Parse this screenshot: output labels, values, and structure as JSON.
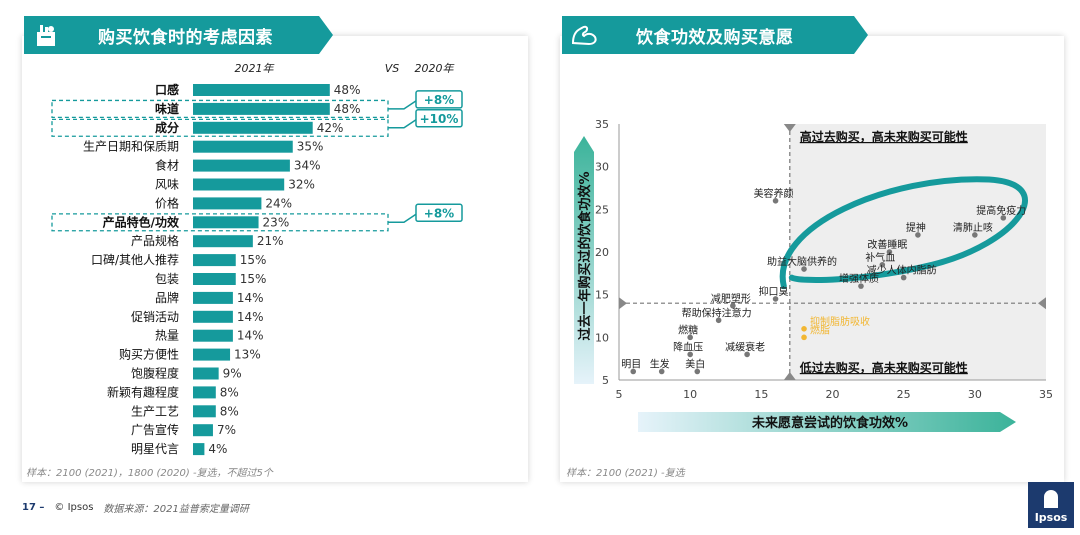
{
  "left_panel": {
    "title": "购买饮食时的考虑因素",
    "year_a": "2021年",
    "vs": "VS",
    "year_b": "2020年",
    "footnote": "样本：2100 (2021)，1800 (2020) -复选，不超过5个"
  },
  "right_panel": {
    "title": "饮食功效及购买意愿",
    "footnote": "样本：2100 (2021) -复选"
  },
  "page": {
    "number": "17 –",
    "company": "© Ipsos",
    "source": "数据来源：2021益普索定量调研",
    "logo_text": "Ipsos"
  },
  "chart_data": [
    {
      "type": "bar",
      "orientation": "horizontal",
      "categories": [
        "口感",
        "味道",
        "成分",
        "生产日期和保质期",
        "食材",
        "风味",
        "价格",
        "产品特色/功效",
        "产品规格",
        "口碑/其他人推荐",
        "包装",
        "品牌",
        "促销活动",
        "热量",
        "购买方便性",
        "饱腹程度",
        "新颖有趣程度",
        "生产工艺",
        "广告宣传",
        "明星代言"
      ],
      "values": [
        48,
        48,
        42,
        35,
        34,
        32,
        24,
        23,
        21,
        15,
        15,
        14,
        14,
        14,
        13,
        9,
        8,
        8,
        7,
        4
      ],
      "value_suffix": "%",
      "bold_categories": [
        "口感",
        "味道",
        "成分",
        "产品特色/功效"
      ],
      "highlights": [
        {
          "categories": [
            "味道"
          ],
          "label": "+8%"
        },
        {
          "categories": [
            "成分"
          ],
          "label": "+10%"
        },
        {
          "categories": [
            "产品特色/功效"
          ],
          "label": "+8%"
        }
      ],
      "color": "#159a9c"
    },
    {
      "type": "scatter",
      "xlabel": "未来愿意尝试的饮食功效%",
      "ylabel": "过去一年购买过的饮食功效%",
      "xlim": [
        5,
        35
      ],
      "ylim": [
        5,
        35
      ],
      "xticks": [
        5,
        10,
        15,
        20,
        25,
        30,
        35
      ],
      "yticks": [
        5,
        10,
        15,
        20,
        25,
        30,
        35
      ],
      "ref_x": 17,
      "ref_y": 14,
      "quadrant_labels": {
        "top_right": "高过去购买，高未来购买可能性",
        "bottom_right": "低过去购买，高未来购买可能性"
      },
      "points": [
        {
          "label": "美容养颜",
          "x": 16,
          "y": 26
        },
        {
          "label": "提高免疫力",
          "x": 32,
          "y": 24
        },
        {
          "label": "提神",
          "x": 26,
          "y": 22
        },
        {
          "label": "清肺止咳",
          "x": 30,
          "y": 22
        },
        {
          "label": "改善睡眠",
          "x": 24,
          "y": 20
        },
        {
          "label": "助益大脑供养的",
          "x": 18,
          "y": 18
        },
        {
          "label": "补气血",
          "x": 23.5,
          "y": 18.5
        },
        {
          "label": "减少人体内脂肪",
          "x": 25,
          "y": 17
        },
        {
          "label": "抑口臭",
          "x": 16,
          "y": 14.5
        },
        {
          "label": "增强体质",
          "x": 22,
          "y": 16
        },
        {
          "label": "减肥塑形",
          "x": 13,
          "y": 13.7
        },
        {
          "label": "帮助保持注意力",
          "x": 12,
          "y": 12
        },
        {
          "label": "抑制脂肪吸收",
          "x": 18,
          "y": 11,
          "highlight": true
        },
        {
          "label": "燃脂",
          "x": 18,
          "y": 10,
          "highlight": true
        },
        {
          "label": "燃糖",
          "x": 10,
          "y": 10
        },
        {
          "label": "明目",
          "x": 6,
          "y": 6
        },
        {
          "label": "降血压",
          "x": 10,
          "y": 8
        },
        {
          "label": "生发",
          "x": 8,
          "y": 6
        },
        {
          "label": "美白",
          "x": 10.5,
          "y": 6
        },
        {
          "label": "减缓衰老",
          "x": 14,
          "y": 8
        }
      ],
      "point_color": "#777777",
      "highlight_color": "#f2b733",
      "accent": "#159a9c"
    }
  ]
}
